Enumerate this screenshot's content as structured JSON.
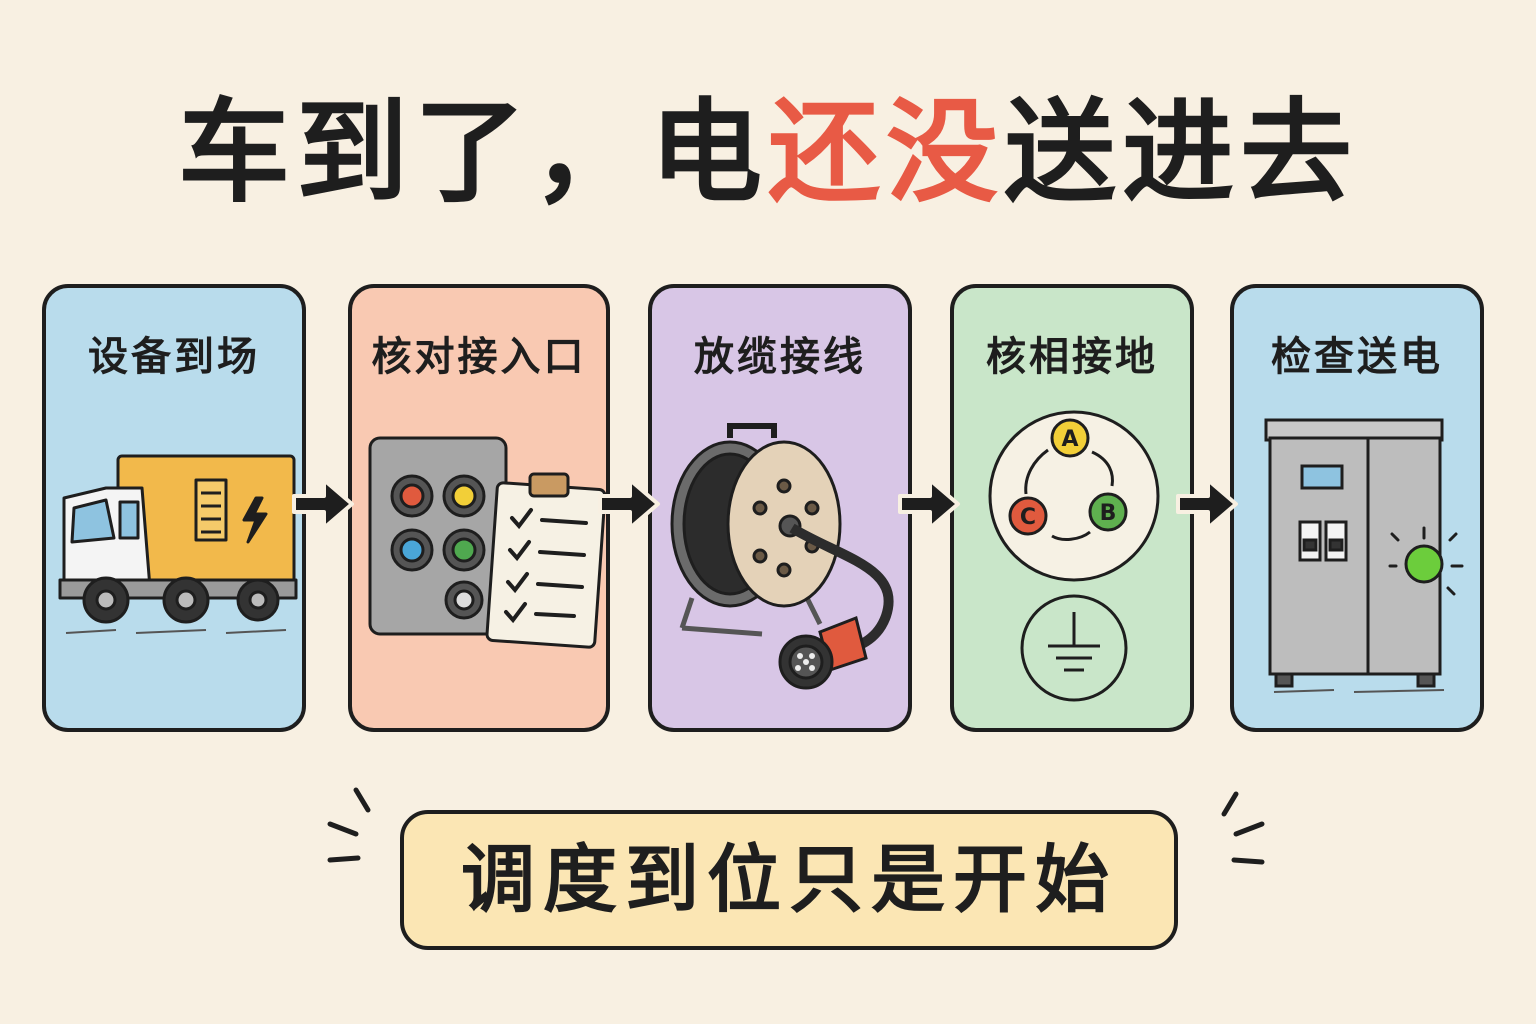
{
  "title": {
    "part1": "车到了，电",
    "highlight": "还没",
    "part2": "送进去"
  },
  "colors": {
    "highlight": "#e85a45",
    "step1": "#b9dcec",
    "step2": "#f9c9b2",
    "step3": "#d8c6e6",
    "step4": "#c9e6c9",
    "step5": "#b9dcec",
    "banner": "#fbe6b4"
  },
  "steps": [
    {
      "label": "设备到场",
      "icon": "generator-truck-icon"
    },
    {
      "label": "核对接入口",
      "icon": "socket-panel-checklist-icon"
    },
    {
      "label": "放缆接线",
      "icon": "cable-reel-icon"
    },
    {
      "label": "核相接地",
      "icon": "phase-ground-icon"
    },
    {
      "label": "检查送电",
      "icon": "power-cabinet-icon"
    }
  ],
  "phases": {
    "a": "A",
    "b": "B",
    "c": "C"
  },
  "banner": "调度到位只是开始"
}
